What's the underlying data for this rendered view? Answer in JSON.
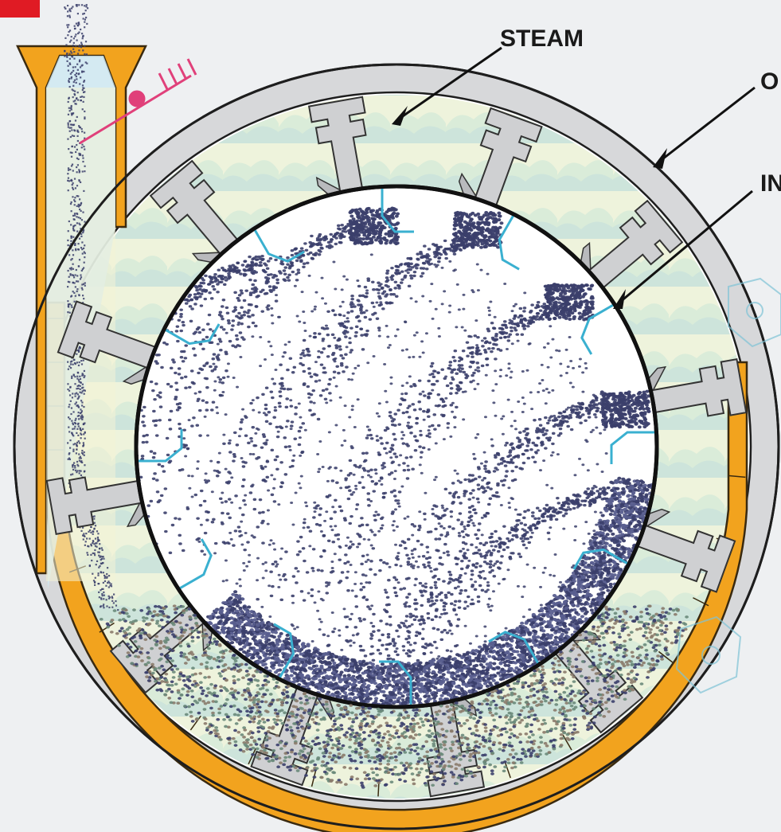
{
  "labels": {
    "steam": "STEAM",
    "outer_partial": "O",
    "inner_partial": "IN"
  },
  "colors": {
    "background": "#eef0f2",
    "outer_shell": "#d7d8da",
    "jacket": "#f2a31e",
    "steam_fill": "#e8f0d8",
    "drum_interior": "#ffffff",
    "lifter_accent": "#3ab0d0",
    "particles": "#3b3f6b",
    "feed_chute_fill": "#cfe9f2",
    "valve": "#e0407a",
    "corner_marker": "#e01b24"
  },
  "icons": {
    "corner_marker": "red-square-marker",
    "valve": "feed-valve-icon"
  }
}
